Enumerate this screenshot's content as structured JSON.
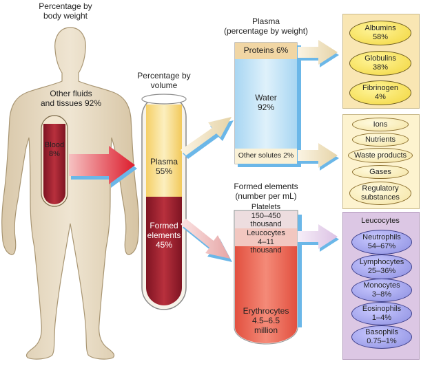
{
  "body_section": {
    "header": [
      "Percentage by",
      "body weight"
    ],
    "other_fluids": [
      "Other fluids",
      "and tissues 92%"
    ],
    "blood": [
      "Blood",
      "8%"
    ]
  },
  "tube_section": {
    "header": [
      "Percentage by",
      "volume"
    ],
    "plasma": [
      "Plasma",
      "55%"
    ],
    "formed": [
      "Formed",
      "elements",
      "45%"
    ]
  },
  "plasma_section": {
    "header": [
      "Plasma",
      "(percentage by weight)"
    ],
    "proteins": "Proteins 6%",
    "water": [
      "Water",
      "92%"
    ],
    "other_solutes": "Other solutes 2%"
  },
  "formed_section": {
    "header": [
      "Formed elements",
      "(number per mL)"
    ],
    "platelets": [
      "Platelets",
      "150–450",
      "thousand"
    ],
    "leucocytes": [
      "Leucocytes",
      "4–11",
      "thousand"
    ],
    "erythrocytes": [
      "Erythrocytes",
      "4.5–6.5",
      "million"
    ]
  },
  "proteins_panel": {
    "items": [
      [
        "Albumins",
        "58%"
      ],
      [
        "Globulins",
        "38%"
      ],
      [
        "Fibrinogen",
        "4%"
      ]
    ]
  },
  "solutes_panel": {
    "items": [
      [
        "Ions"
      ],
      [
        "Nutrients"
      ],
      [
        "Waste products"
      ],
      [
        "Gases"
      ],
      [
        "Regulatory",
        "substances"
      ]
    ]
  },
  "leucocytes_panel": {
    "title": "Leucocytes",
    "items": [
      [
        "Neutrophils",
        "54–67%"
      ],
      [
        "Lymphocytes",
        "25–36%"
      ],
      [
        "Monocytes",
        "3–8%"
      ],
      [
        "Eosinophils",
        "1–4%"
      ],
      [
        "Basophils",
        "0.75–1%"
      ]
    ]
  },
  "colors": {
    "skin": "#e9ddc6",
    "blood": "#a3202e",
    "plasma_yellow": "#f9e08a",
    "water_blue": "#bfe3f7",
    "proteins_tan": "#f1d6a4",
    "formed_red": "#e8685a",
    "panel_yellow": "#f9e6b3",
    "panel_cream": "#fdf3cf",
    "panel_purple": "#dcc7e4",
    "arrow_red": "#e1202f",
    "arrow_beige": "#eadbb6"
  }
}
